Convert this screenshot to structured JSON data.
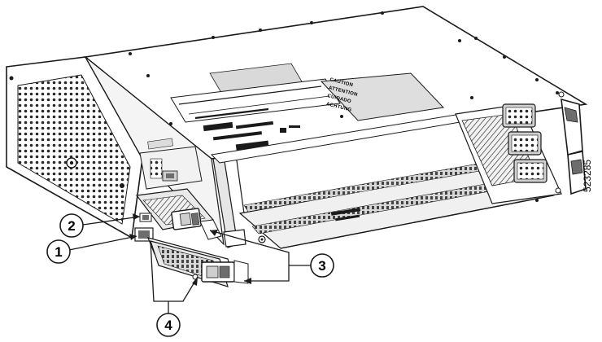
{
  "figure_id": "523285",
  "panel_label": {
    "lines": [
      "CAUTION",
      "ATTENTION",
      "CUIDADO",
      "ACHTUNG"
    ]
  },
  "callouts": [
    {
      "number": "1"
    },
    {
      "number": "2"
    },
    {
      "number": "3"
    },
    {
      "number": "4"
    }
  ],
  "colors": {
    "line": "#1a1a1a",
    "light_fill": "#e9e9e9",
    "mid_fill": "#cfcfcf",
    "dark_fill": "#6d6d6d",
    "background": "#ffffff"
  }
}
